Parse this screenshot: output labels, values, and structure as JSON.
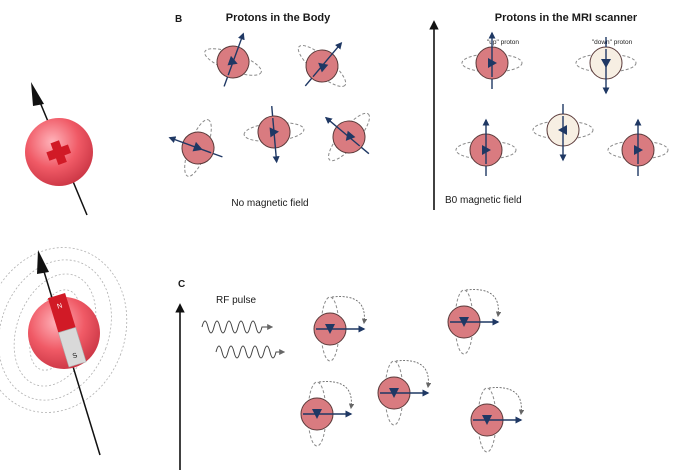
{
  "panel_b": {
    "letter": "B",
    "title_body": "Protons in the Body",
    "caption_no_field": "No magnetic field",
    "title_mri": "Protons in the MRI scanner",
    "label_up_proton": "\"up\" proton",
    "label_down_proton": "\"down\" proton",
    "caption_b0": "B0 magnetic field"
  },
  "panel_c": {
    "letter": "C",
    "rf_label": "RF pulse"
  },
  "magnet": {
    "north": "N",
    "south": "S"
  },
  "colors": {
    "proton_fill": "#d97b80",
    "proton_down_fill": "#f7efe3",
    "arrow_navy": "#1f3864",
    "ellipse_grey": "#8a8a8a",
    "sphere_red": "#f05a66",
    "magnet_red": "#d11a26"
  }
}
